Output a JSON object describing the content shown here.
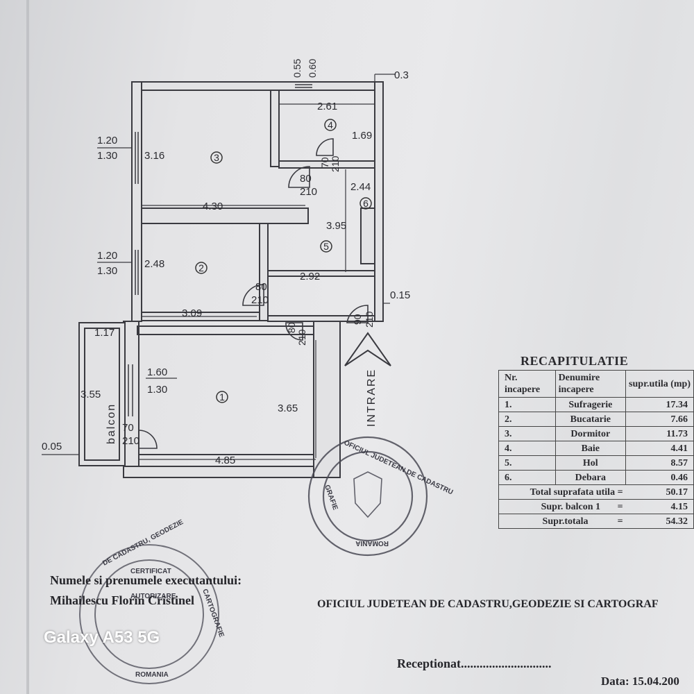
{
  "plan": {
    "dims": {
      "top_055": "0.55",
      "top_060": "0.60",
      "top_right_03": "0.3",
      "win3_top": "1.20",
      "win3_bottom": "1.30",
      "room3_height": "3.16",
      "room4_width": "2.61",
      "room4_height": "1.69",
      "door4_w": "70",
      "door4_h": "210",
      "door3_w": "80",
      "door3_h": "210",
      "room6_width": "2.44",
      "room3_width": "4.30",
      "hall_length": "3.95",
      "win2_top": "1.20",
      "win2_bottom": "1.30",
      "room2_height": "2.48",
      "hall_width": "2.92",
      "door2_w": "80",
      "door2_h": "210",
      "right_015": "0.15",
      "room2_width": "3.09",
      "door5_w": "80",
      "door5_h": "210",
      "door_entry_w": "90",
      "door_entry_h": "210",
      "balcony_width": "1.17",
      "win1_top": "1.60",
      "win1_bottom": "1.30",
      "balcony_length": "3.55",
      "room1_height": "3.65",
      "door_balcony_w": "70",
      "door_balcony_h": "210",
      "left_005": "0.05",
      "room1_width": "4.85"
    },
    "room_numbers": [
      "1",
      "2",
      "3",
      "4",
      "5",
      "6"
    ],
    "balcony_label": "balcon",
    "entry_label": "INTRARE"
  },
  "recap": {
    "title": "RECAPITULATIE",
    "headers": {
      "nr": "Nr. incapere",
      "name": "Denumire incapere",
      "area": "supr.utila (mp)"
    },
    "rows": [
      {
        "nr": "1.",
        "name": "Sufragerie",
        "area": "17.34"
      },
      {
        "nr": "2.",
        "name": "Bucatarie",
        "area": "7.66"
      },
      {
        "nr": "3.",
        "name": "Dormitor",
        "area": "11.73"
      },
      {
        "nr": "4.",
        "name": "Baie",
        "area": "4.41"
      },
      {
        "nr": "5.",
        "name": "Hol",
        "area": "8.57"
      },
      {
        "nr": "6.",
        "name": "Debara",
        "area": "0.46"
      }
    ],
    "totals": [
      {
        "label": "Total suprafata utila =",
        "value": "50.17"
      },
      {
        "label": "Supr. balcon 1",
        "eq": "=",
        "value": "4.15"
      },
      {
        "label": "Supr.totala",
        "eq": "=",
        "value": "54.32"
      }
    ]
  },
  "footer": {
    "executor_label": "Numele si prenumele executantului:",
    "executor_name": "Mihailescu Florin Cristinel",
    "office": "OFICIUL JUDETEAN DE CADASTRU,GEODEZIE SI CARTOGRAF",
    "received": "Receptionat.............................",
    "date": "Data: 15.04.200"
  },
  "stamps": {
    "cert_ring": "DE CADASTRU, GEODEZIE",
    "cert_line1": "CERTIFICAT",
    "cert_line2": "AUTORIZARE",
    "cert_bottom": "ROMANIA",
    "cert_side": "CARTOGRAFIE",
    "office_ring": "OFICIUL JUDETEAN DE CADASTRU",
    "office_bottom": "ROMANIA",
    "office_left": "GRAFIE"
  },
  "overlay": {
    "camera_watermark": "Galaxy A53 5G"
  },
  "colors": {
    "ink": "#2a2a2e",
    "paper": "#e6e6e8",
    "stamp": "#3a3a44"
  }
}
